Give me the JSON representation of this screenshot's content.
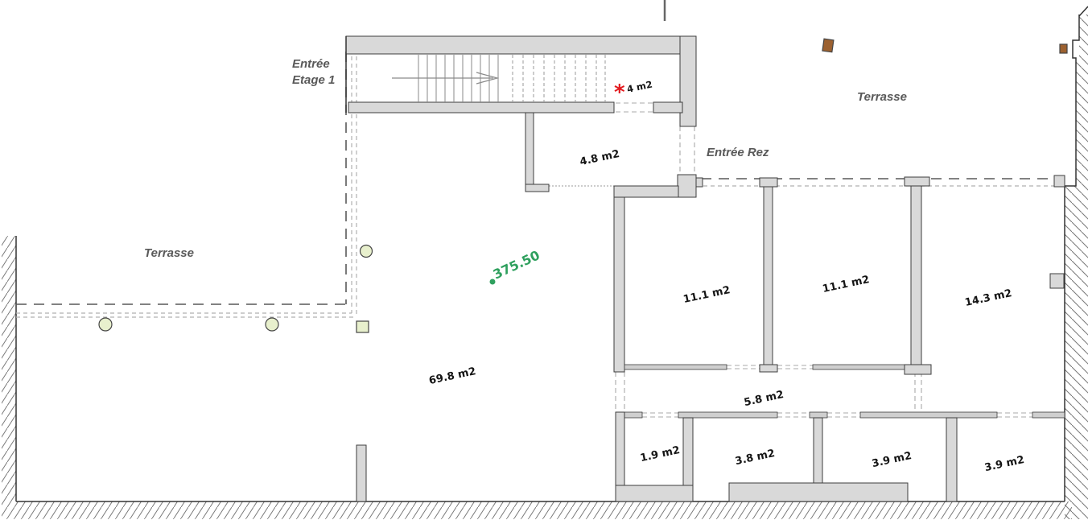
{
  "plan": {
    "labels": {
      "entrance_floor1_line1": "Entrée",
      "entrance_floor1_line2": "Etage 1",
      "entrance_ground": "Entrée Rez",
      "terrace_right": "Terrasse",
      "terrace_left": "Terrasse",
      "elevation_point": "375.50",
      "closet_marker": "*",
      "closet_area": "4 m2",
      "hall_area": "4.8 m2",
      "living_area": "69.8 m2",
      "bedroom_left_area": "11.1 m2",
      "bedroom_right_area": "11.1 m2",
      "bedroom_large_area": "14.3 m2",
      "corridor_area": "5.8 m2",
      "wc_area": "1.9 m2",
      "bath_small_area": "3.8 m2",
      "bath_mid_area": "3.9 m2",
      "bath_right_area": "3.9 m2"
    },
    "colors": {
      "wall_fill": "#d9d9d9",
      "wall_stroke": "#3d3d3d",
      "plant_marker_fill": "#e8f0cd",
      "wood_post_fill": "#9c6130",
      "elevation_green": "#2fa05e",
      "asterisk_red": "#e3191e",
      "annotation_gray": "#595959",
      "area_text": "#151515"
    }
  }
}
